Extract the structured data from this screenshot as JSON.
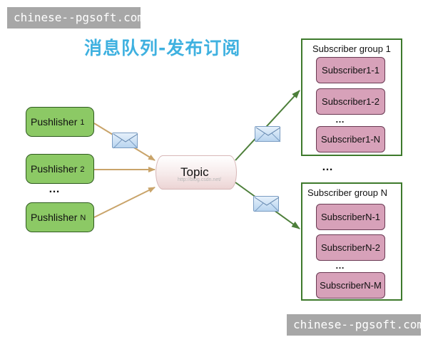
{
  "watermark": {
    "top": "chinese--pgsoft.com",
    "bottom": "chinese--pgsoft.com"
  },
  "title": "消息队列-发布订阅",
  "publishers": [
    {
      "label": "Pushlisher",
      "num": "1"
    },
    {
      "label": "Pushlisher",
      "num": "2"
    },
    {
      "label": "Pushlisher",
      "num": "N"
    }
  ],
  "publisher_ellipsis": "…",
  "topic": {
    "label": "Topic",
    "faint_text": "http://blog.csdn.net/"
  },
  "between_groups_ellipsis": "…",
  "groups": [
    {
      "title": "Subscriber group 1",
      "subscribers": [
        "Subscriber1-1",
        "Subscriber1-2",
        "Subscriber1-N"
      ],
      "ellipsis": "…"
    },
    {
      "title": "Subscriber group N",
      "subscribers": [
        "SubscriberN-1",
        "SubscriberN-2",
        "SubscriberN-M"
      ],
      "ellipsis": "…"
    }
  ],
  "colors": {
    "publisher_fill": "#8cc965",
    "subscriber_fill": "#d7a1b9",
    "group_border": "#3e7a2c",
    "title": "#3fb1e0",
    "publisher_arrow": "#c9a46a",
    "subscriber_arrow": "#4d7f3a"
  },
  "icons": [
    "envelope-icon",
    "arrow-icon"
  ]
}
